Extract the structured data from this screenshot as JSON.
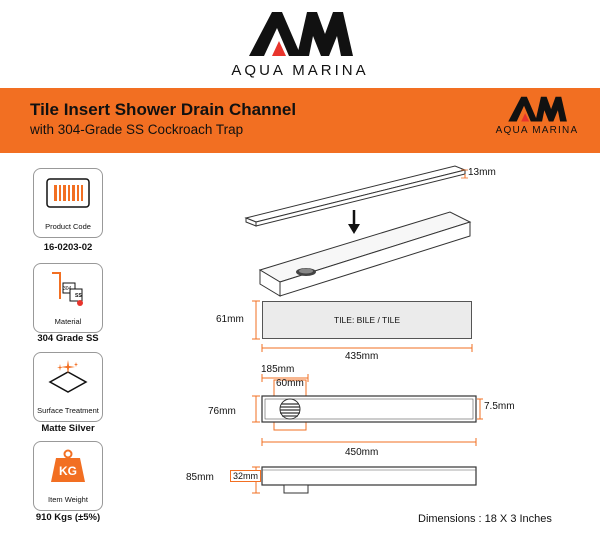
{
  "brand": {
    "name": "AQUA MARINA",
    "accent": "#f26f22",
    "dark": "#111111",
    "logo_red": "#e8342c"
  },
  "banner": {
    "title": "Tile Insert Shower Drain Channel",
    "subtitle": "with 304-Grade SS Cockroach Trap",
    "brand_name": "AQUA MARINA"
  },
  "specs": [
    {
      "label": "Product Code",
      "value": "16-0203-02",
      "icon": "barcode-icon"
    },
    {
      "label": "Material",
      "value": "304 Grade SS",
      "icon": "material-icon"
    },
    {
      "label": "Surface Treatment",
      "value": "Matte Silver",
      "icon": "sparkle-surface-icon"
    },
    {
      "label": "Item Weight",
      "value": "910 Kgs (±5%)",
      "icon": "weight-icon",
      "icon_text": "KG"
    }
  ],
  "material_icon": {
    "line1": "304",
    "line2": "SS"
  },
  "diagram": {
    "depth_top": "13mm",
    "tile_height": "61mm",
    "tile_text": "TILE: BILE / TILE",
    "tile_width": "435mm",
    "trap_offset": "185mm",
    "trap_width": "60mm",
    "channel_height": "76mm",
    "channel_gap": "7.5mm",
    "channel_length": "450mm",
    "side_height": "85mm",
    "outlet_height": "32mm"
  },
  "footer": {
    "dimensions": "Dimensions : 18 X 3 Inches"
  }
}
